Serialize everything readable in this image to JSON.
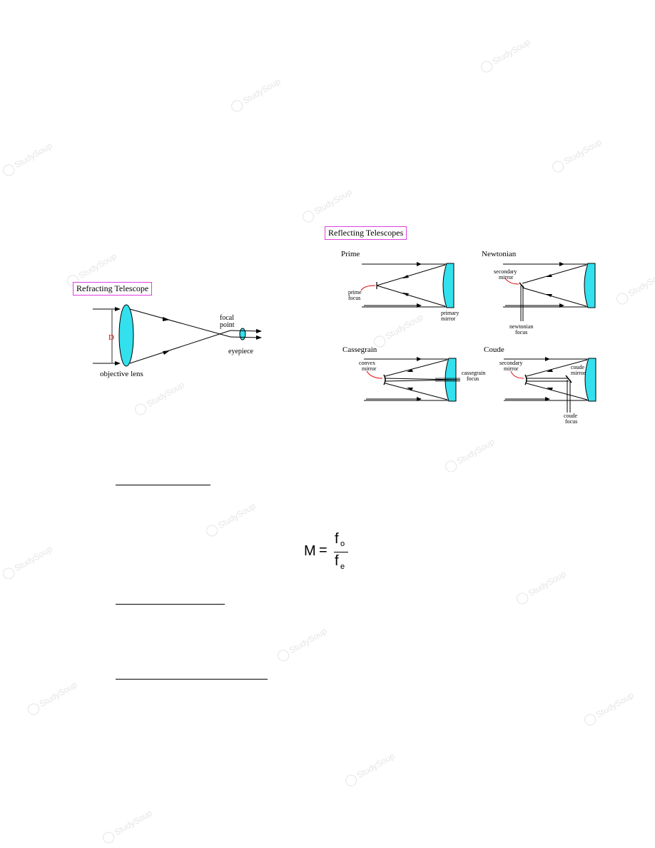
{
  "watermark": "StudySoup",
  "refracting": {
    "title": "Refracting Telescope",
    "label_D": "D",
    "label_focal1": "focal",
    "label_focal2": "point",
    "label_eyepiece": "eyepiece",
    "label_objective": "objective lens"
  },
  "reflecting": {
    "title": "Reflecting Telescopes",
    "prime": {
      "name": "Prime",
      "focus1": "prime",
      "focus2": "focus",
      "mirror1": "primary",
      "mirror2": "mirror"
    },
    "newtonian": {
      "name": "Newtonian",
      "sec1": "secondary",
      "sec2": "mirror",
      "focus1": "newtonian",
      "focus2": "focus"
    },
    "cassegrain": {
      "name": "Cassegrain",
      "conv1": "convex",
      "conv2": "mirror",
      "focus1": "cassegrain",
      "focus2": "focus"
    },
    "coude": {
      "name": "Coude",
      "sec1": "secondary",
      "sec2": "mirror",
      "mir1": "coude",
      "mir2": "mirror",
      "focus1": "coude",
      "focus2": "focus"
    }
  },
  "formula": {
    "lhs": "M",
    "eq": "=",
    "num": "f",
    "num_sub": "o",
    "den": "f",
    "den_sub": "e"
  },
  "colors": {
    "lens": "#33e0ee",
    "box_border": "#e040e0",
    "red_label": "#e00000",
    "pointer": "#e00000"
  }
}
